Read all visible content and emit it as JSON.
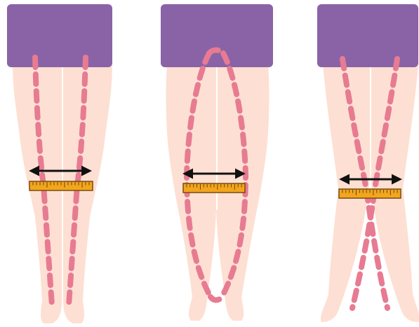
{
  "colors": {
    "background": "#ffffff",
    "shorts": "#8a63a7",
    "skin": "#fde0d3",
    "leg_gap_line": "#ffffff",
    "alignment_dash": "#e77b92",
    "measure_arrow": "#111111",
    "ruler_fill": "#f2a61d",
    "ruler_border": "#7a4a10",
    "ruler_ticks": "#6b4310"
  },
  "panels": [
    {
      "posture": "normal-legs",
      "icons": [
        "shorts-icon",
        "legs-icon",
        "alignment-line-icon",
        "double-arrow-icon",
        "ruler-icon"
      ]
    },
    {
      "posture": "bow-legs",
      "icons": [
        "shorts-icon",
        "legs-icon",
        "alignment-line-icon",
        "double-arrow-icon",
        "ruler-icon"
      ]
    },
    {
      "posture": "knock-knees",
      "icons": [
        "shorts-icon",
        "legs-icon",
        "alignment-line-icon",
        "double-arrow-icon",
        "ruler-icon"
      ]
    }
  ]
}
